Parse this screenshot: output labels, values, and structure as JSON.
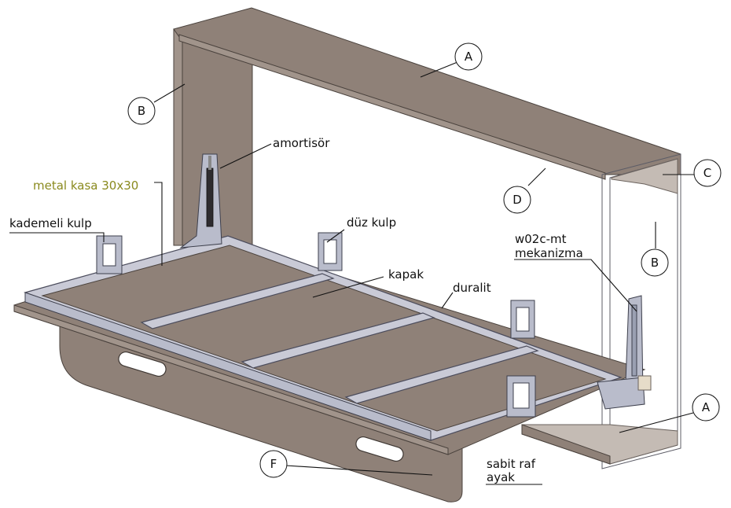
{
  "labels": {
    "amortisor": "amortisör",
    "metal_kasa": "metal kasa 30x30",
    "kademeli_kulp": "kademeli kulp",
    "duz_kulp": "düz kulp",
    "kapak": "kapak",
    "duralit": "duralit",
    "mekanizma_line1": "w02c-mt",
    "mekanizma_line2": "mekanizma",
    "sabit_raf": "sabit raf",
    "ayak": "ayak"
  },
  "callouts": {
    "a_top": "A",
    "a_bottom": "A",
    "b_left": "B",
    "b_right": "B",
    "c": "C",
    "d": "D",
    "f": "F"
  },
  "colors": {
    "wood": "#8f8178",
    "frame": "#c9cad6",
    "olive_label": "#8a8a1e"
  }
}
